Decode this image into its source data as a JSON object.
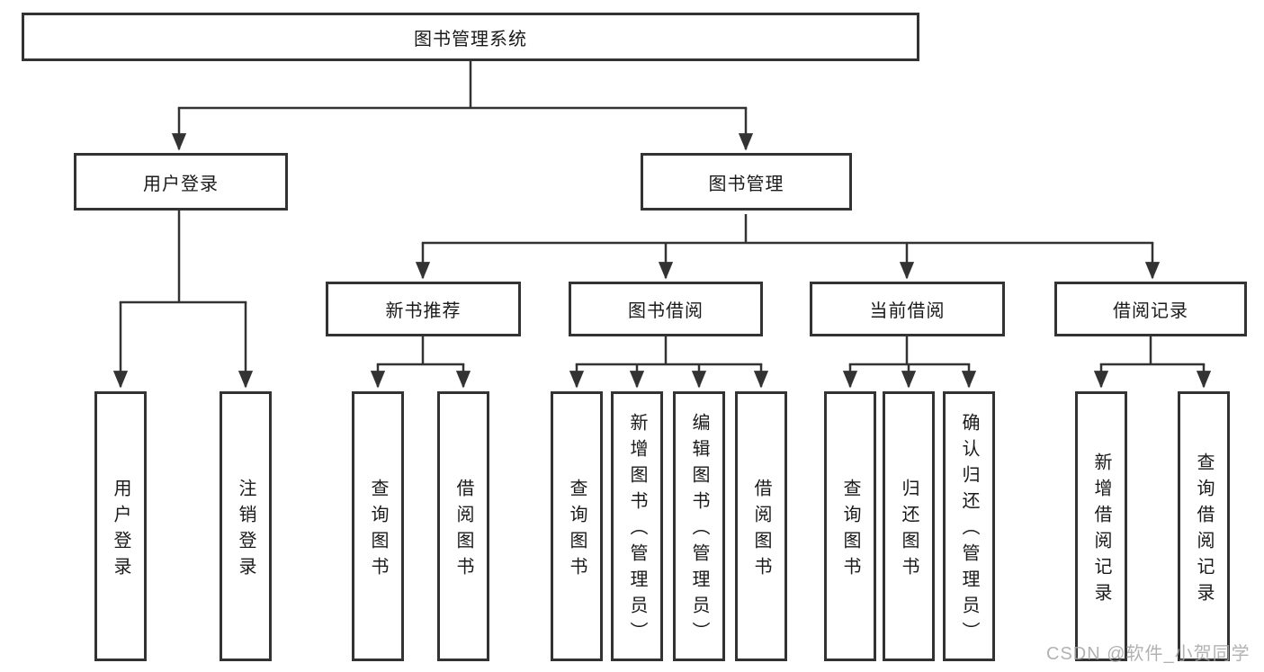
{
  "tree": {
    "label": "图书管理系统",
    "children": [
      {
        "label": "用户登录",
        "children": [
          {
            "label": "用户登录"
          },
          {
            "label": "注销登录"
          }
        ]
      },
      {
        "label": "图书管理",
        "children": [
          {
            "label": "新书推荐",
            "children": [
              {
                "label": "查询图书"
              },
              {
                "label": "借阅图书"
              }
            ]
          },
          {
            "label": "图书借阅",
            "children": [
              {
                "label": "查询图书"
              },
              {
                "label": "新增图书（管理员）"
              },
              {
                "label": "编辑图书（管理员）"
              },
              {
                "label": "借阅图书"
              }
            ]
          },
          {
            "label": "当前借阅",
            "children": [
              {
                "label": "查询图书"
              },
              {
                "label": "归还图书"
              },
              {
                "label": "确认归还（管理员）"
              }
            ]
          },
          {
            "label": "借阅记录",
            "children": [
              {
                "label": "新增借阅记录"
              },
              {
                "label": "查询借阅记录"
              }
            ]
          }
        ]
      }
    ]
  },
  "watermark": {
    "text": "CSDN @软件_小贺同学"
  },
  "colors": {
    "line": "#333333",
    "box_border": "#333333",
    "text": "#1a1a1a",
    "background": "#ffffff",
    "watermark": "#a5a5a5"
  }
}
